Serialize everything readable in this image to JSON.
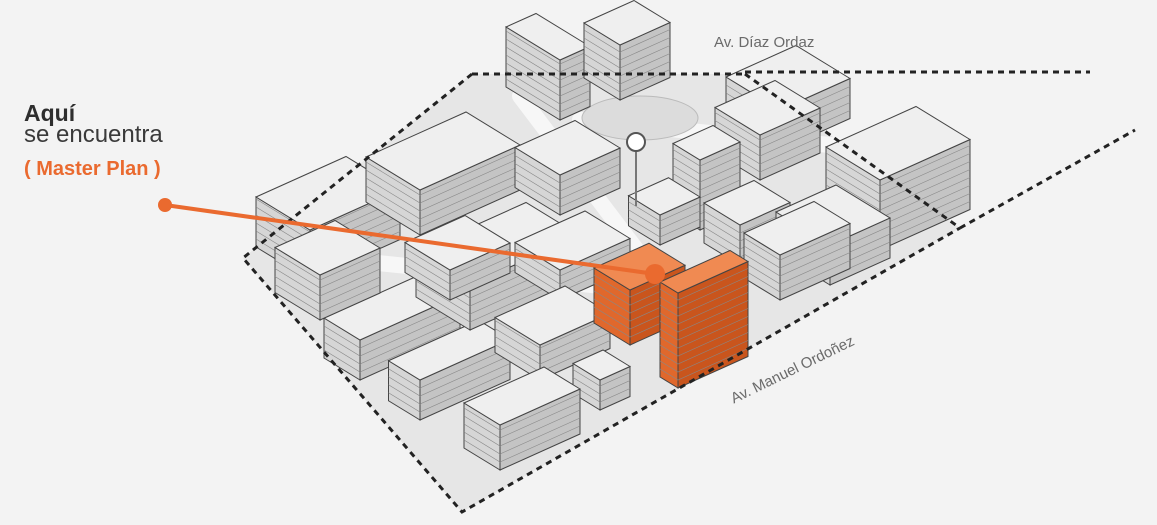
{
  "callout": {
    "title": "Aquí",
    "subtitle": "se encuentra",
    "tag": "( Master Plan )",
    "accent_color": "#ea6a2f"
  },
  "streets": {
    "top": "Av. Díaz Ordaz",
    "diagonal": "Av. Manuel Ordoñez"
  },
  "colors": {
    "background": "#f3f3f3",
    "building_top": "#efefef",
    "building_left": "#d6d6d6",
    "building_right": "#c4c4c4",
    "highlight_top": "#f08a52",
    "highlight_left": "#e0682c",
    "highlight_right": "#c9551d",
    "boundary": "#222222"
  },
  "icons": {
    "marker": "map-pin-icon"
  }
}
